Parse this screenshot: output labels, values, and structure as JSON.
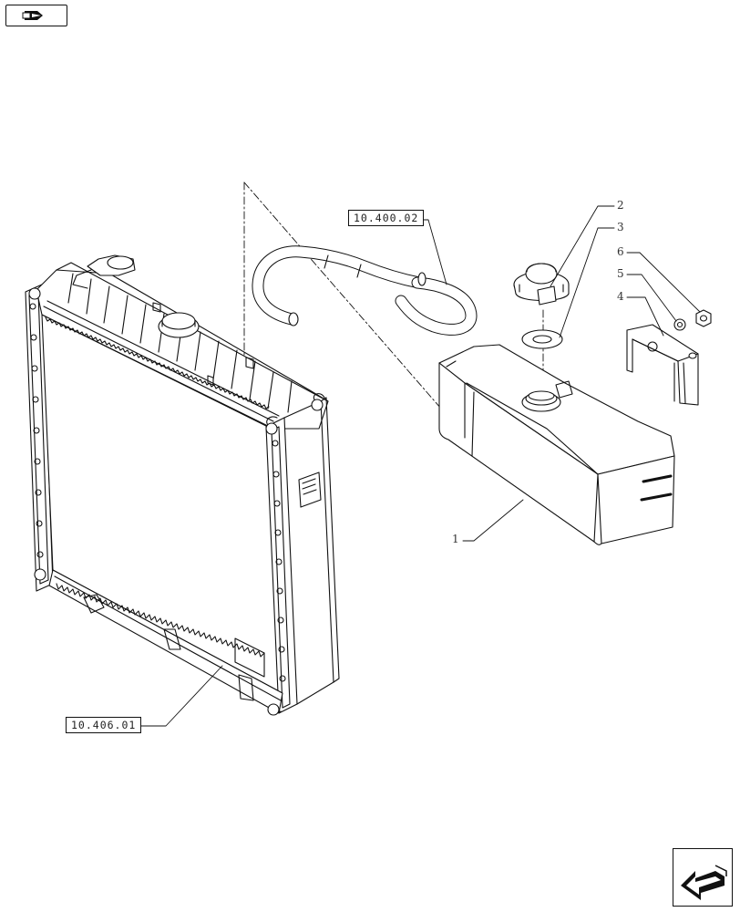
{
  "icons": {
    "top_nav": "book-arrow-icon",
    "bottom_nav": "back-arrow-icon"
  },
  "references": {
    "hose_ref": "10.400.02",
    "radiator_ref": "10.406.01"
  },
  "callouts": [
    "1",
    "2",
    "3",
    "4",
    "5",
    "6"
  ]
}
